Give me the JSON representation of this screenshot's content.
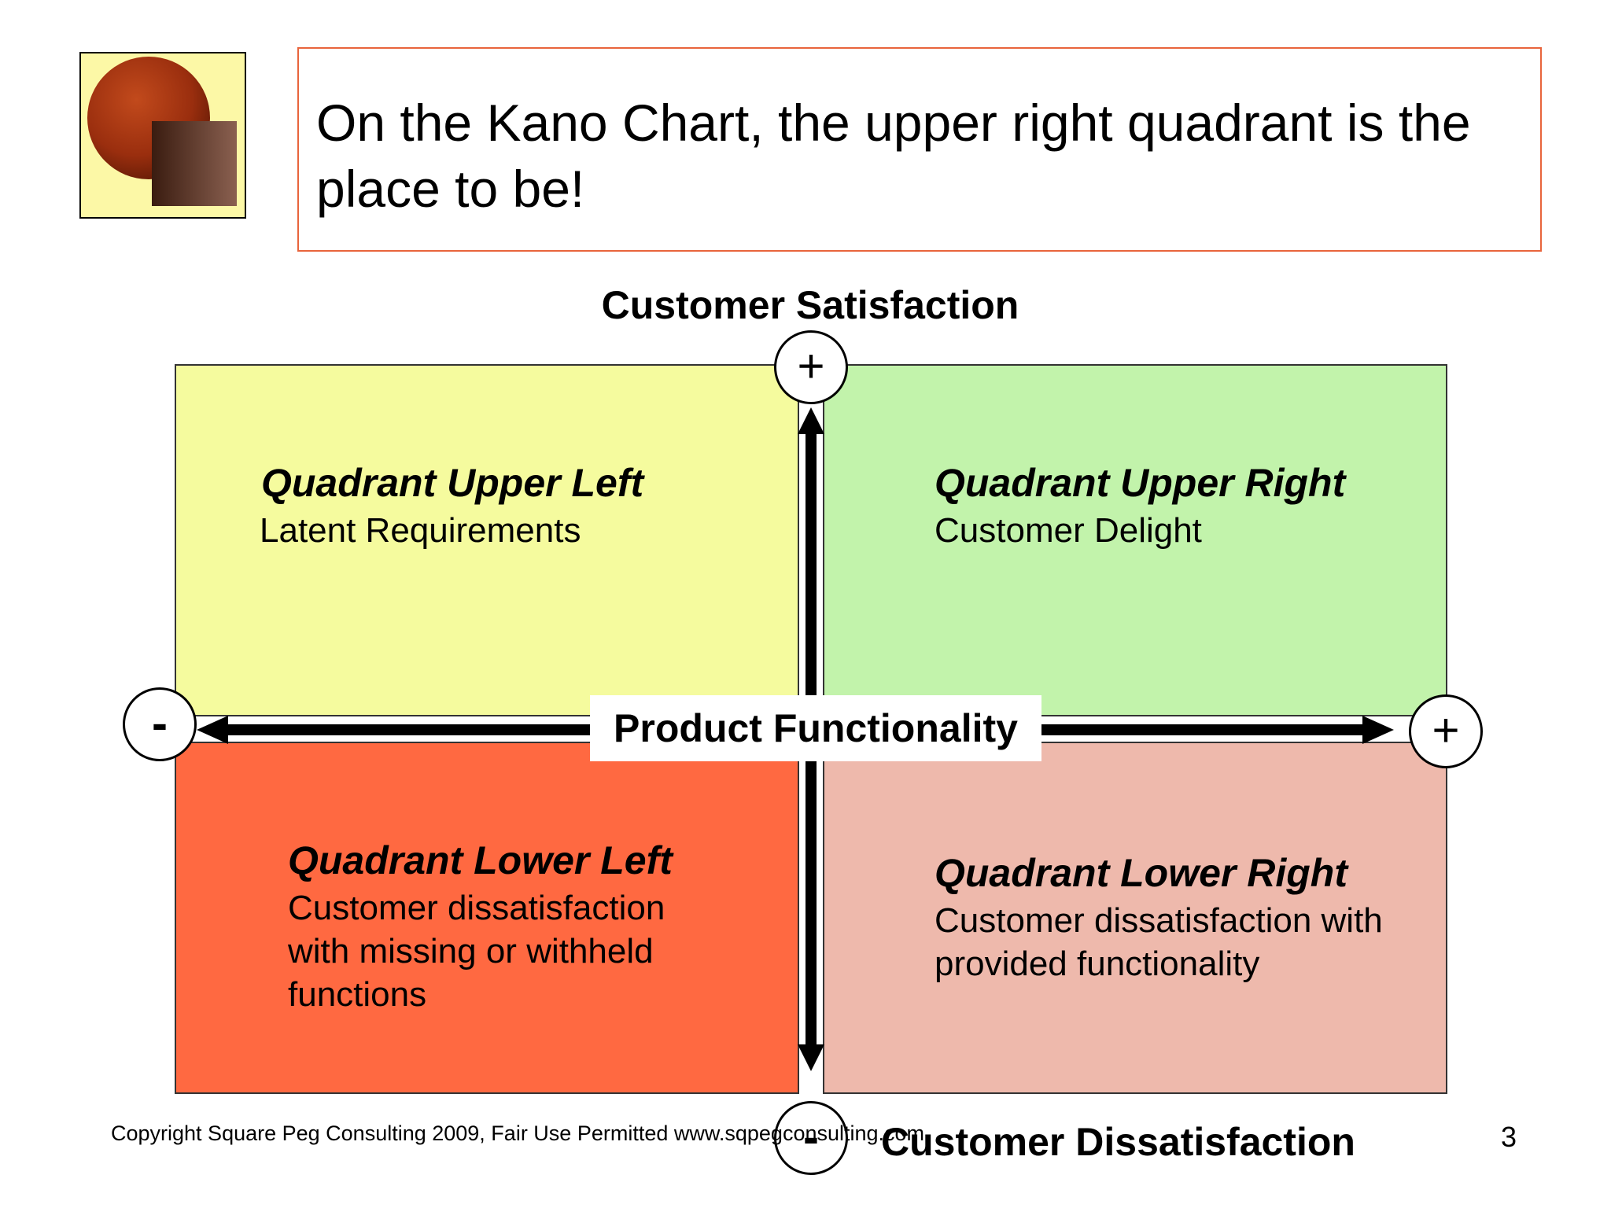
{
  "title": "On the Kano Chart, the upper right quadrant is the place to be!",
  "axes": {
    "vertical_top": "Customer Satisfaction",
    "vertical_bottom": "Customer Dissatisfaction",
    "horizontal": "Product Functionality",
    "plus_symbol": "+",
    "minus_symbol": "-"
  },
  "quadrants": {
    "upper_left": {
      "heading": "Quadrant Upper Left",
      "body": "Latent Requirements",
      "color": "#f5fb9e"
    },
    "upper_right": {
      "heading": "Quadrant Upper Right",
      "body": "Customer Delight",
      "color": "#c2f3ab"
    },
    "lower_left": {
      "heading": "Quadrant Lower Left",
      "body": "Customer dissatisfaction with missing or withheld functions",
      "color": "#ff6941"
    },
    "lower_right": {
      "heading": "Quadrant Lower Right",
      "body": "Customer dissatisfaction with provided functionality",
      "color": "#eeb9ac"
    }
  },
  "footer": {
    "copyright": "Copyright Square Peg Consulting 2009, Fair Use Permitted www.sqpegconsulting.com",
    "page_number": "3"
  },
  "logo": {
    "icon": "sphere-and-square-logo-icon"
  }
}
